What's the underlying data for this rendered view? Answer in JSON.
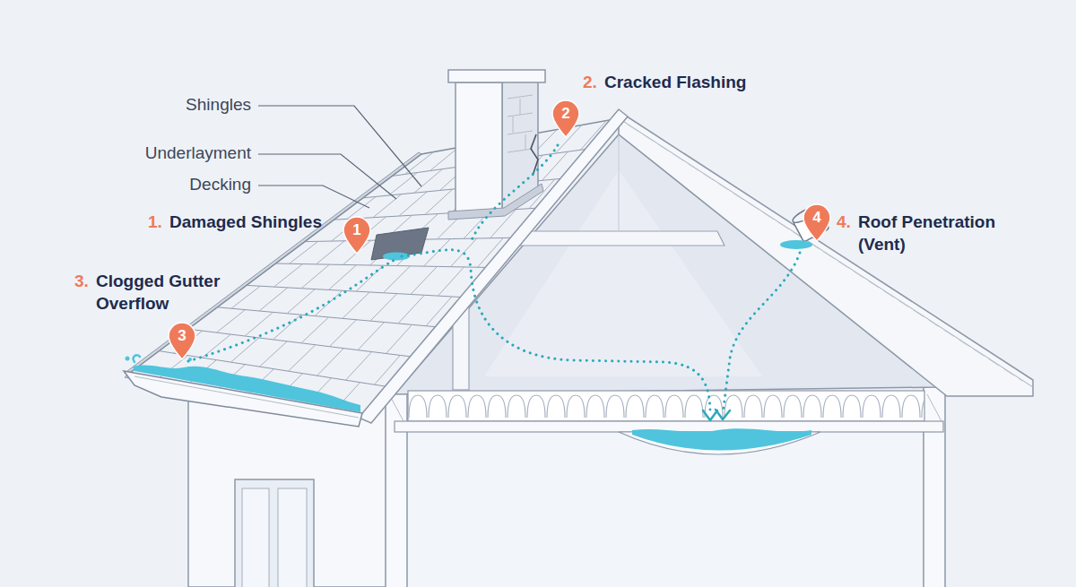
{
  "diagram": {
    "nodes": [
      {
        "text": [
          "1"
        ]
      },
      {
        "text": [
          "2"
        ]
      },
      {
        "text": [
          "3"
        ]
      },
      {
        "text": [
          "4"
        ]
      }
    ],
    "labels": [
      "Shingles",
      "Underlayment",
      "Decking",
      "1.",
      "Damaged Shingles",
      "2.",
      "Cracked Flashing",
      "3.",
      "Clogged Gutter Overflow",
      "4.",
      "Roof Penetration (Vent)"
    ]
  }
}
